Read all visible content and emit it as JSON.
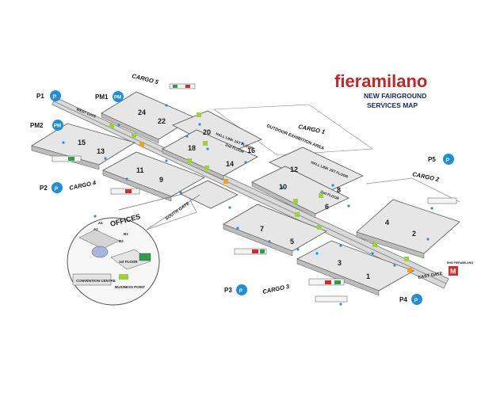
{
  "brand": {
    "title": "fieramilano",
    "subtitle_1": "NEW FAIRGROUND",
    "subtitle_2": "SERVICES MAP",
    "color": "#c0282d"
  },
  "halls": {
    "h1": "1",
    "h2": "2",
    "h3": "3",
    "h4": "4",
    "h5": "5",
    "h6": "6",
    "h7": "7",
    "h8": "8",
    "h9": "9",
    "h10": "10",
    "h11": "11",
    "h12": "12",
    "h13": "13",
    "h14": "14",
    "h15": "15",
    "h16": "16",
    "h18": "18",
    "h20": "20",
    "h22": "22",
    "h24": "24"
  },
  "parking": {
    "p1": {
      "name": "P1",
      "badge": "P"
    },
    "pm1": {
      "name": "PM1",
      "badge": "PM"
    },
    "pm2": {
      "name": "PM2",
      "badge": "PM"
    },
    "p2": {
      "name": "P2",
      "badge": "P"
    },
    "p3": {
      "name": "P3",
      "badge": "P"
    },
    "p4": {
      "name": "P4",
      "badge": "P"
    },
    "p5": {
      "name": "P5",
      "badge": "P"
    },
    "badge_color": "#1f8fd6"
  },
  "cargo": {
    "c1": "CARGO 1",
    "c2": "CARGO 2",
    "c3": "CARGO 3",
    "c4": "CARGO 4",
    "c5": "CARGO 5"
  },
  "gates": {
    "west": "WEST GATE",
    "east": "EAST GATE",
    "south": "SOUTH GATE"
  },
  "areas": {
    "outdoor": "OUTDOOR EXHIBITION AREA",
    "hall_link_1a": "HALL LINK 1ST FLOOR",
    "hall_link_2a": "2nd FLOOR",
    "hall_link_1b": "HALL LINK 1ST FLOOR",
    "hall_link_2b": "2nd FLOOR"
  },
  "offices": {
    "title": "OFFICES",
    "a1": "A1",
    "a2": "A2",
    "b1": "B1",
    "b2": "B2",
    "floor": "1st FLOOR",
    "convention": "CONVENTION CENTRE",
    "business": "BUSINESS POINT"
  },
  "metro": {
    "badge": "M",
    "label": "RHO FIERAMILANO"
  }
}
